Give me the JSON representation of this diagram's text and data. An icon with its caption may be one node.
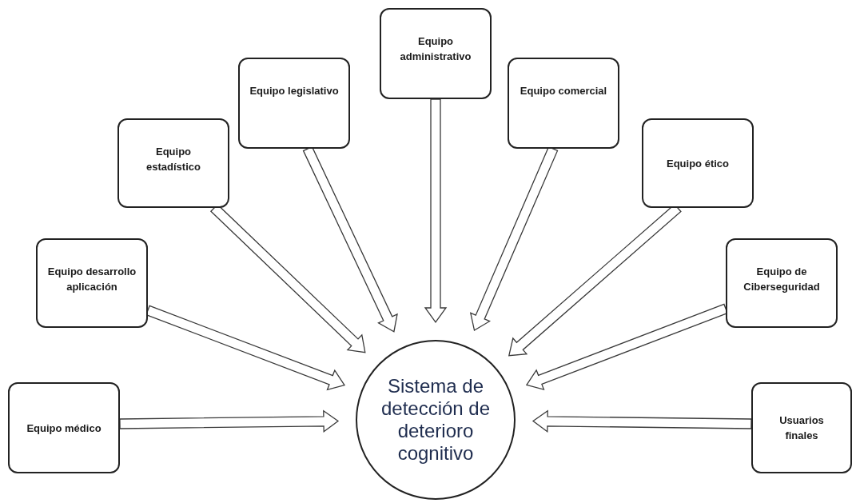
{
  "diagram": {
    "nodes": [
      {
        "text": [
          "Sistema de detección de deterioro cognitivo"
        ]
      },
      {
        "text": [
          "Equipo médico"
        ]
      },
      {
        "text": [
          "Equipo desarrollo aplicación"
        ]
      },
      {
        "text": [
          "Equipo estadístico"
        ]
      },
      {
        "text": [
          "Equipo legislativo"
        ]
      },
      {
        "text": [
          "Equipo administrativo"
        ]
      },
      {
        "text": [
          "Equipo comercial"
        ]
      },
      {
        "text": [
          "Equipo ético"
        ]
      },
      {
        "text": [
          "Equipo de Ciberseguridad"
        ]
      },
      {
        "text": [
          "Usuarios finales"
        ]
      }
    ],
    "edges": [
      {
        "from": 1,
        "to": 0,
        "arrow": "to"
      },
      {
        "from": 2,
        "to": 0,
        "arrow": "to"
      },
      {
        "from": 3,
        "to": 0,
        "arrow": "to"
      },
      {
        "from": 4,
        "to": 0,
        "arrow": "to"
      },
      {
        "from": 5,
        "to": 0,
        "arrow": "to"
      },
      {
        "from": 6,
        "to": 0,
        "arrow": "to"
      },
      {
        "from": 7,
        "to": 0,
        "arrow": "to"
      },
      {
        "from": 8,
        "to": 0,
        "arrow": "to"
      },
      {
        "from": 9,
        "to": 0,
        "arrow": "to"
      }
    ]
  }
}
